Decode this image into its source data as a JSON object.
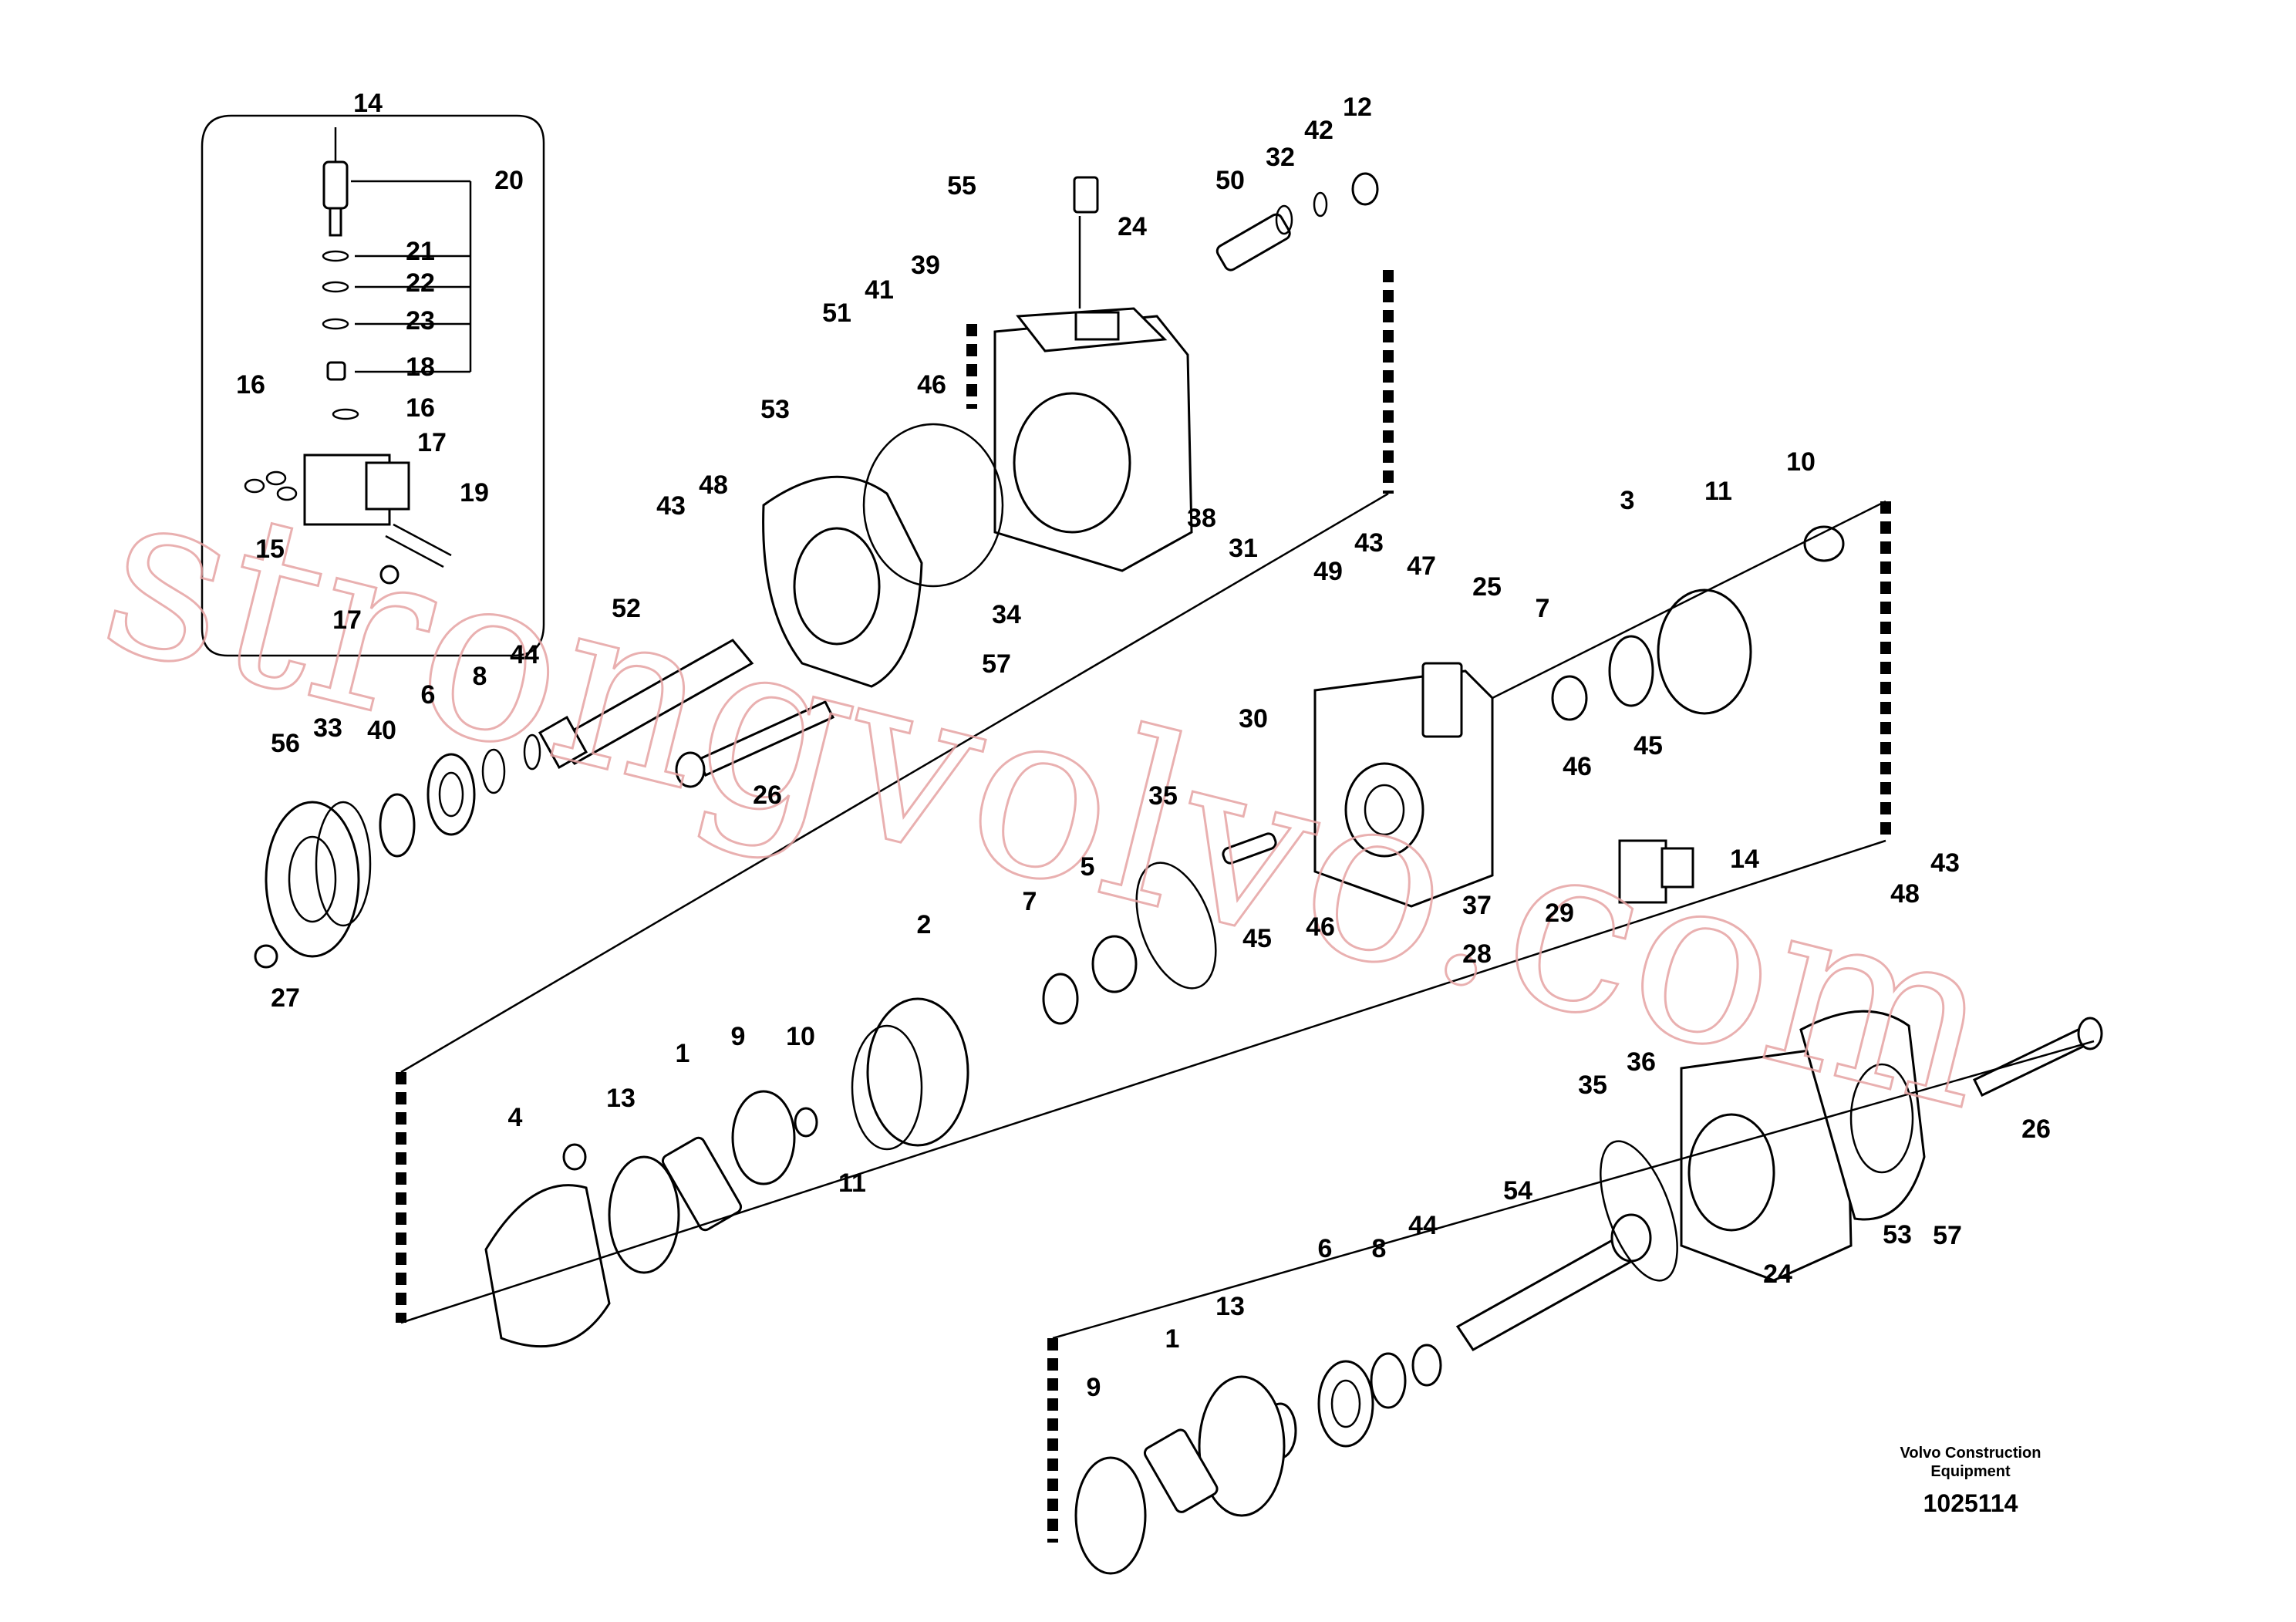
{
  "labels": [
    "14",
    "20",
    "21",
    "22",
    "23",
    "18",
    "16",
    "16",
    "17",
    "19",
    "15",
    "17",
    "55",
    "24",
    "50",
    "32",
    "42",
    "12",
    "51",
    "41",
    "39",
    "46",
    "53",
    "43",
    "48",
    "52",
    "34",
    "38",
    "31",
    "57",
    "56",
    "33",
    "40",
    "6",
    "8",
    "44",
    "26",
    "27",
    "3",
    "11",
    "10",
    "49",
    "43",
    "47",
    "25",
    "7",
    "45",
    "30",
    "46",
    "35",
    "14",
    "29",
    "45",
    "46",
    "37",
    "28",
    "5",
    "7",
    "2",
    "10",
    "9",
    "1",
    "13",
    "4",
    "11",
    "48",
    "43",
    "36",
    "35",
    "54",
    "44",
    "8",
    "6",
    "13",
    "1",
    "9",
    "24",
    "53",
    "57",
    "26"
  ],
  "caption": {
    "line1": "Volvo Construction",
    "line2": "Equipment"
  },
  "doc_number": "1025114",
  "watermark": "strongvolvo.com"
}
